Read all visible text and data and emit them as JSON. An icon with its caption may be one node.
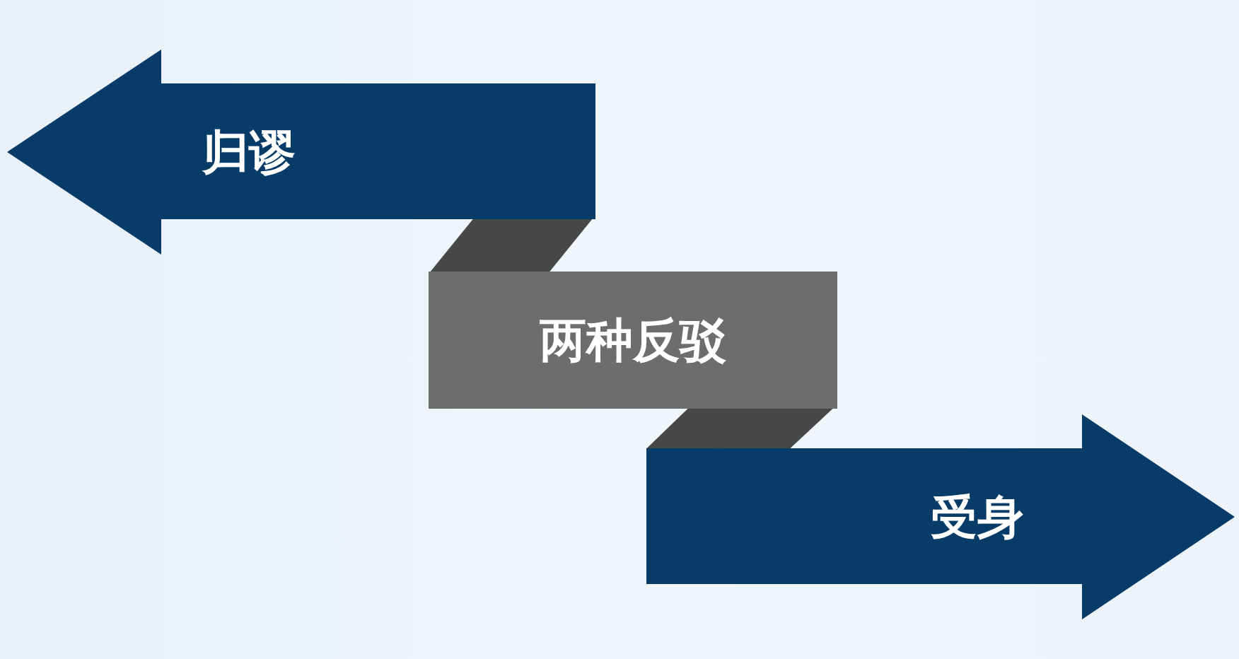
{
  "diagram": {
    "nodes": [
      {
        "text": [
          "归谬"
        ]
      },
      {
        "text": [
          "两种反驳"
        ]
      },
      {
        "text": [
          "受身"
        ]
      }
    ],
    "edges": [
      {
        "from": 0,
        "to": 1,
        "arrow": "none"
      },
      {
        "from": 1,
        "to": 2,
        "arrow": "none"
      }
    ]
  }
}
